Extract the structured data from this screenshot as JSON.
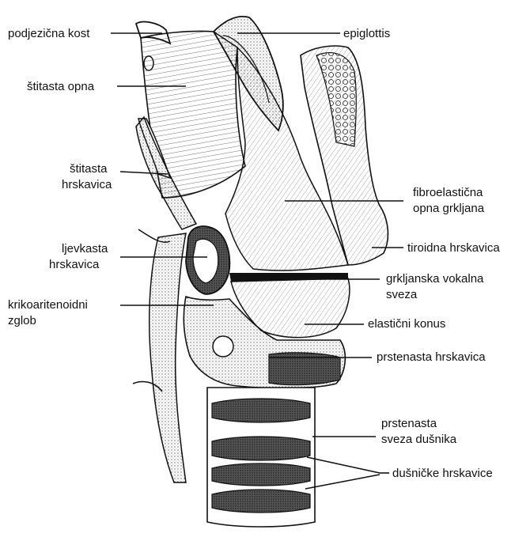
{
  "labels": {
    "hyoid": "podjezična kost",
    "epiglottis": "epiglottis",
    "thyrohyoid_membrane": "štitasta opna",
    "thyroid_cartilage_l1": "štitasta",
    "thyroid_cartilage_l2": "hrskavica",
    "fibroelastic_l1": "fibroelastična",
    "fibroelastic_l2": "opna grkljana",
    "arytenoid_l1": "ljevkasta",
    "arytenoid_l2": "hrskavica",
    "tiroidna": "tiroidna hrskavica",
    "vocal_l1": "grkljanska vokalna",
    "vocal_l2": "sveza",
    "cricoarytenoid_l1": "krikoaritenoidni",
    "cricoarytenoid_l2": "zglob",
    "conus": "elastični konus",
    "cricoid": "prstenasta hrskavica",
    "ring_lig_l1": "prstenasta",
    "ring_lig_l2": "sveza dušnika",
    "tracheal": "dušničke hrskavice"
  },
  "colors": {
    "ink": "#111111",
    "background": "#ffffff"
  }
}
